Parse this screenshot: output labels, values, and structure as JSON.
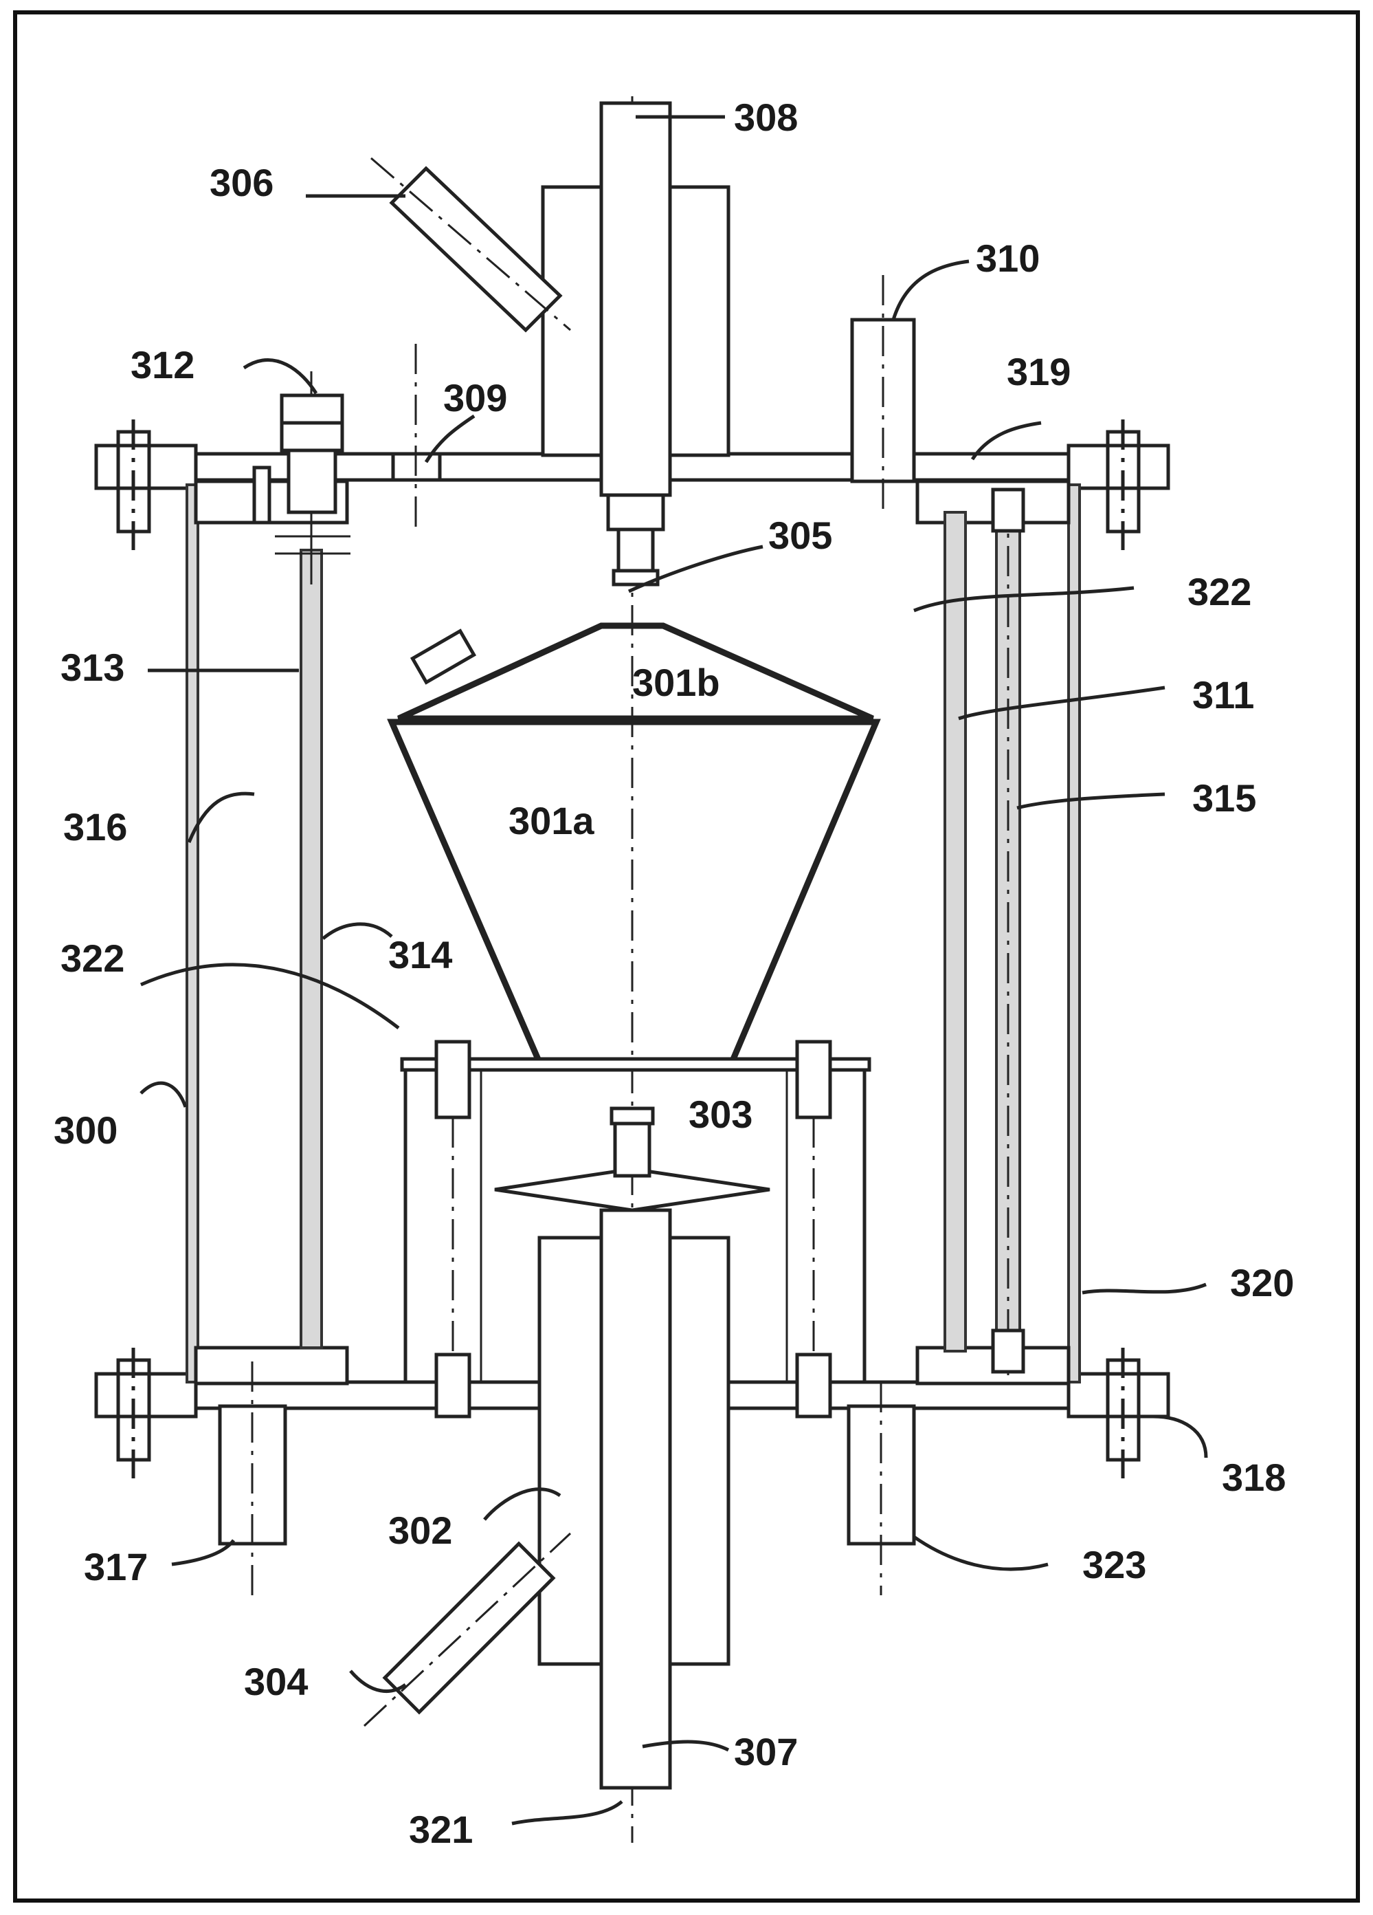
{
  "labels": {
    "l300": "300",
    "l302": "302",
    "l303": "303",
    "l304": "304",
    "l305": "305",
    "l306": "306",
    "l307": "307",
    "l308": "308",
    "l309": "309",
    "l310": "310",
    "l311": "311",
    "l312": "312",
    "l313": "313",
    "l314": "314",
    "l315": "315",
    "l316": "316",
    "l317": "317",
    "l318": "318",
    "l319": "319",
    "l320": "320",
    "l321": "321",
    "l322a": "322",
    "l322b": "322",
    "l323": "323",
    "l301a": "301a",
    "l301b": "301b"
  }
}
